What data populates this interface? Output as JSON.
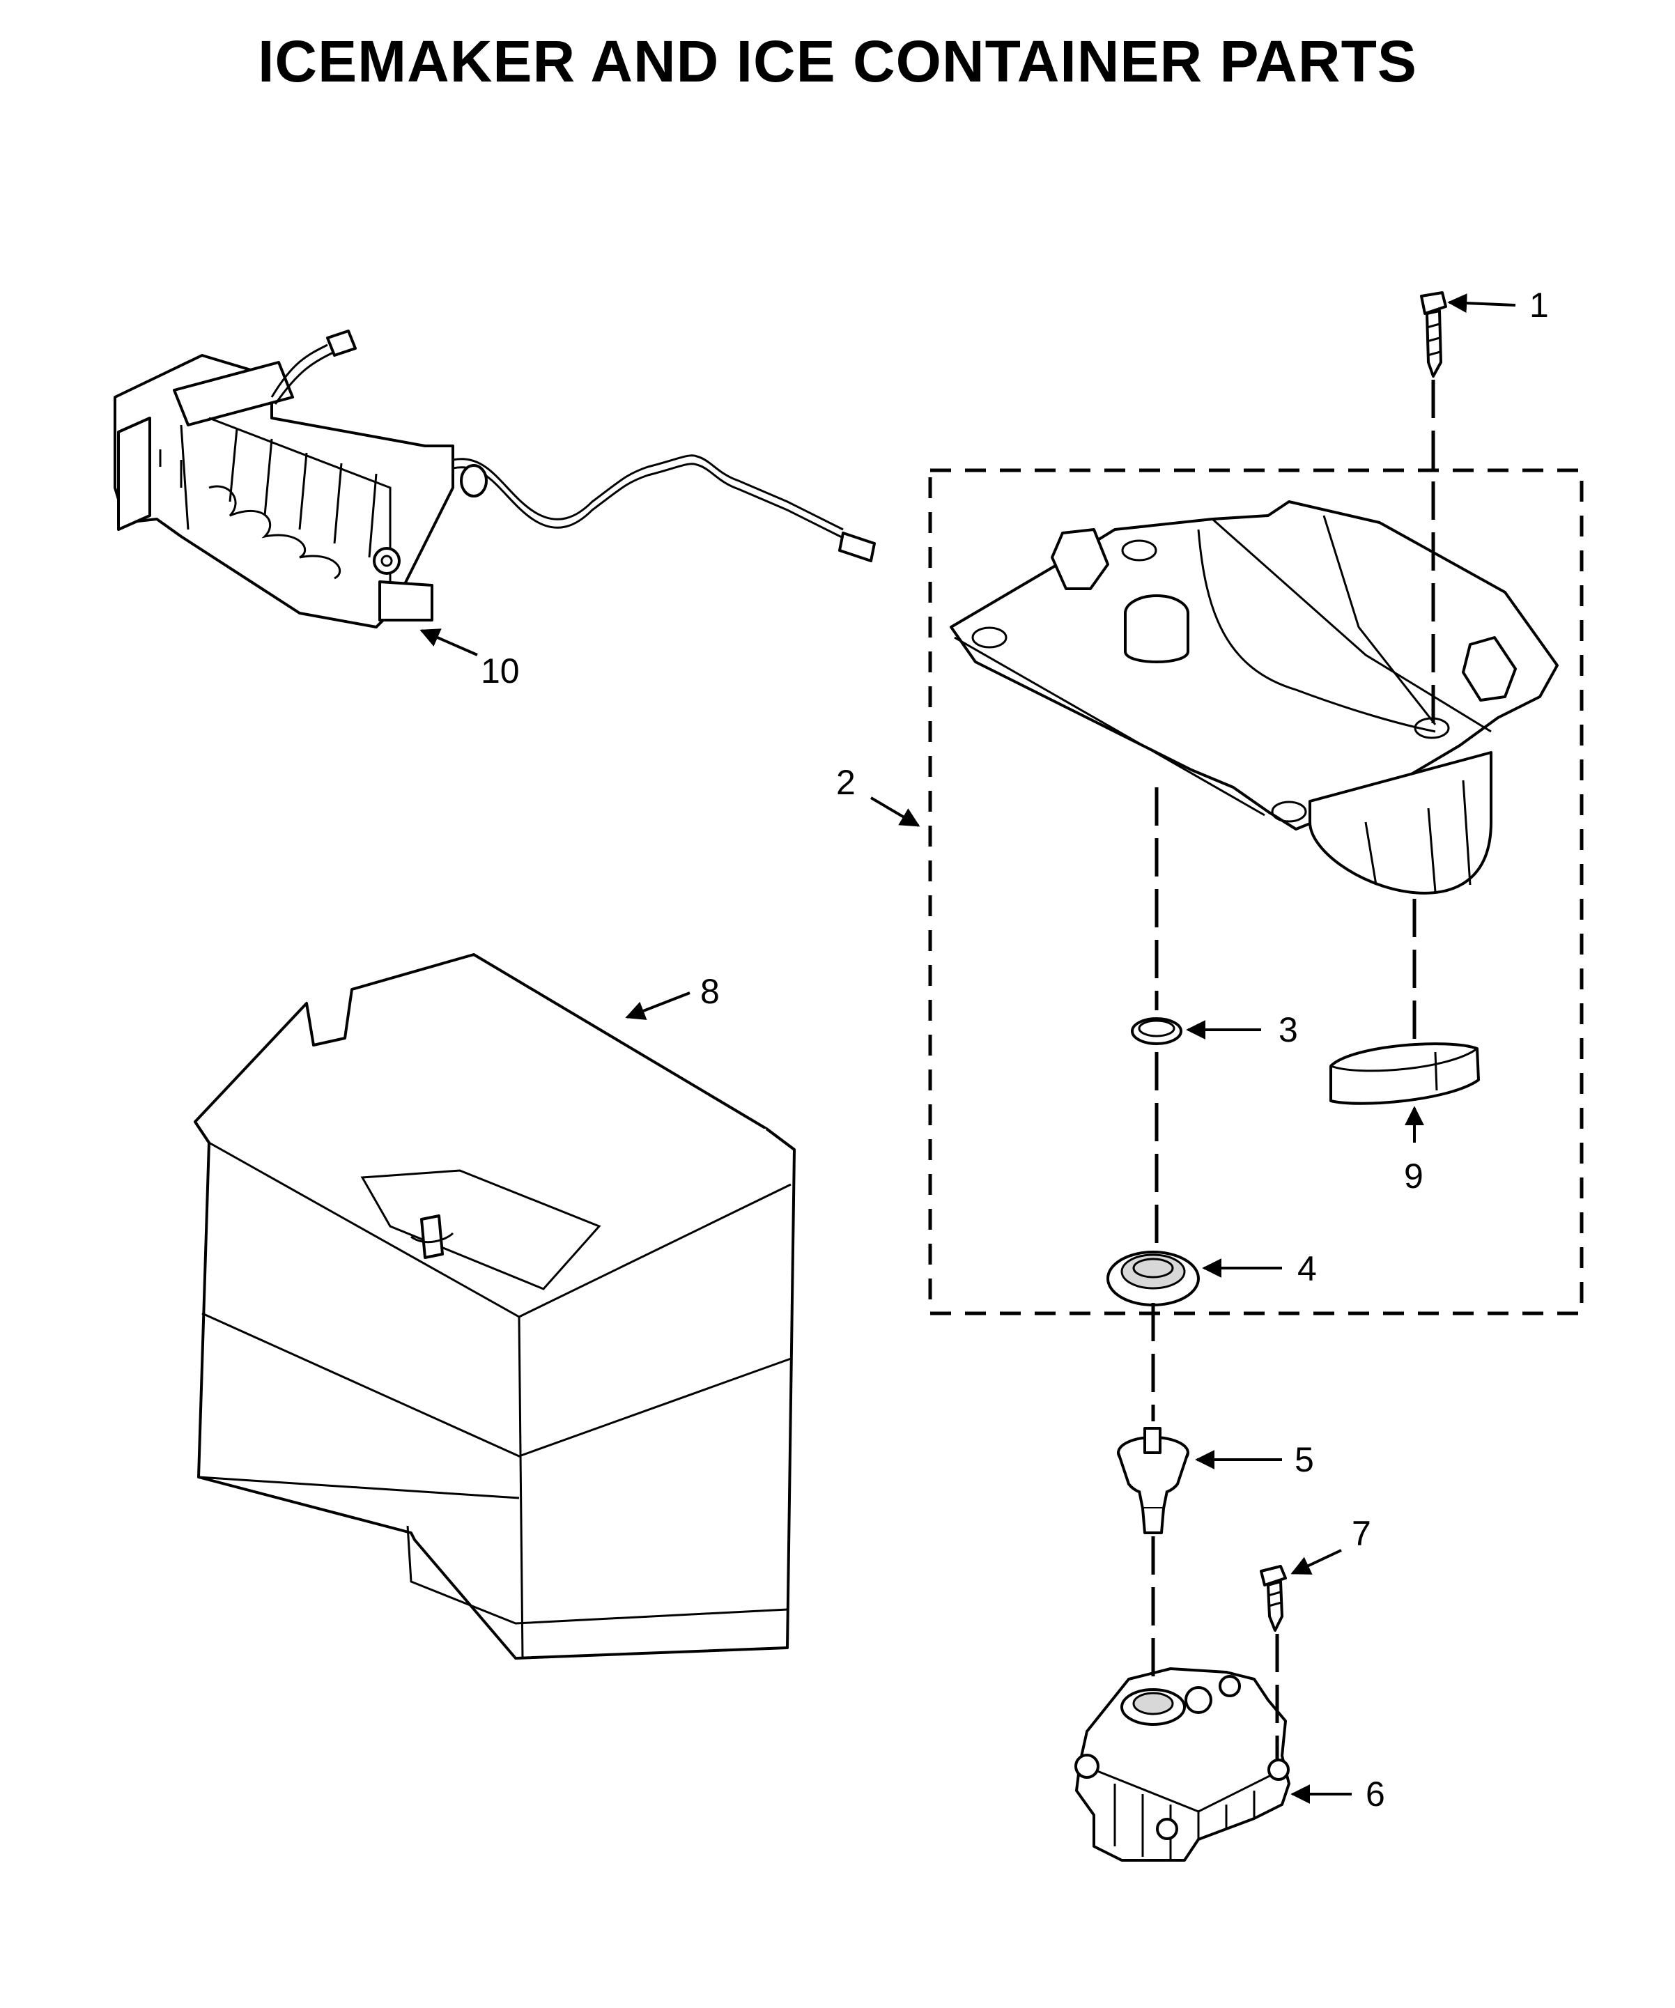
{
  "title": "ICEMAKER AND ICE CONTAINER PARTS",
  "callouts": [
    {
      "id": "callout-1",
      "label": "1"
    },
    {
      "id": "callout-2",
      "label": "2"
    },
    {
      "id": "callout-3",
      "label": "3"
    },
    {
      "id": "callout-4",
      "label": "4"
    },
    {
      "id": "callout-5",
      "label": "5"
    },
    {
      "id": "callout-6",
      "label": "6"
    },
    {
      "id": "callout-7",
      "label": "7"
    },
    {
      "id": "callout-8",
      "label": "8"
    },
    {
      "id": "callout-9",
      "label": "9"
    },
    {
      "id": "callout-10",
      "label": "10"
    }
  ]
}
